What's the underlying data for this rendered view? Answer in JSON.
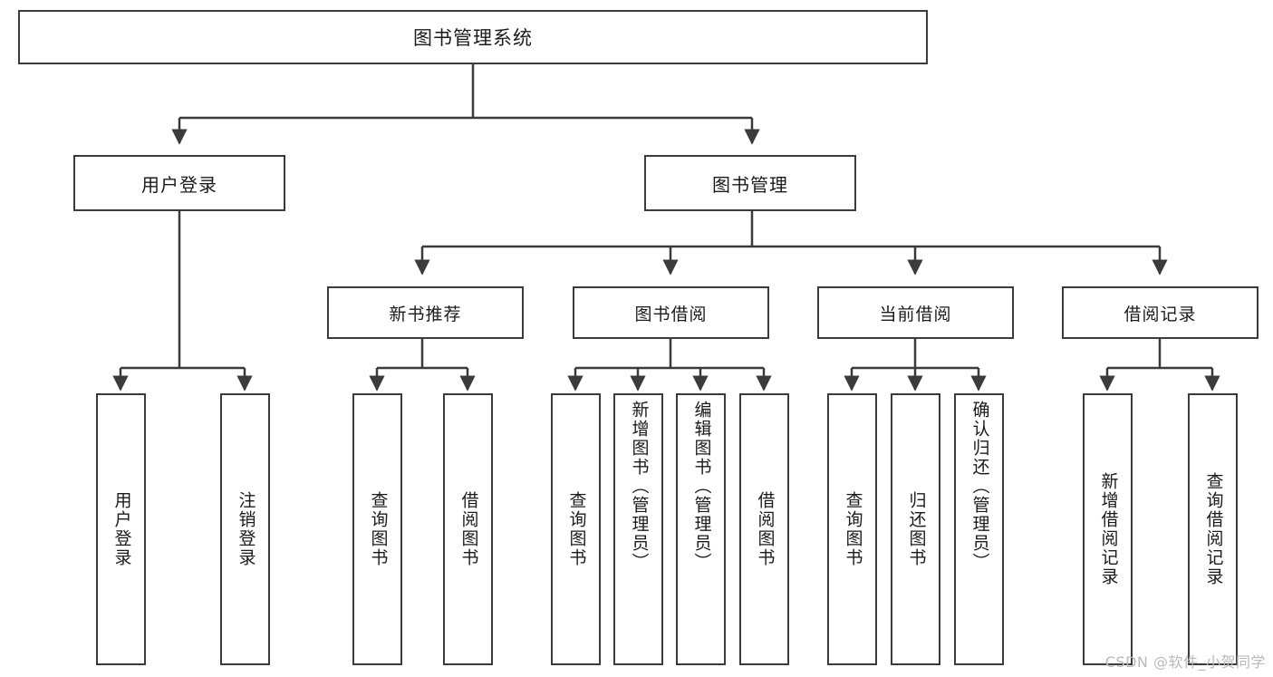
{
  "diagram": {
    "title": "图书管理系统",
    "watermark": "CSDN @软件_小贺同学",
    "colors": {
      "stroke": "#3b3b3b",
      "fill": "#ffffff",
      "text": "#1b1b1b",
      "watermark": "#b9b9b9"
    },
    "root": {
      "label": "图书管理系统"
    },
    "level2": [
      {
        "label": "用户登录"
      },
      {
        "label": "图书管理"
      }
    ],
    "level3": [
      {
        "label": "新书推荐"
      },
      {
        "label": "图书借阅"
      },
      {
        "label": "当前借阅"
      },
      {
        "label": "借阅记录"
      }
    ],
    "leaves": {
      "user_login": [
        {
          "label": "用户登录"
        },
        {
          "label": "注销登录"
        }
      ],
      "new_book_recommend": [
        {
          "label": "查询图书"
        },
        {
          "label": "借阅图书"
        }
      ],
      "book_borrow": [
        {
          "label": "查询图书"
        },
        {
          "label": "新增图书（管理员）"
        },
        {
          "label": "编辑图书（管理员）"
        },
        {
          "label": "借阅图书"
        }
      ],
      "current_borrow": [
        {
          "label": "查询图书"
        },
        {
          "label": "归还图书"
        },
        {
          "label": "确认归还（管理员）"
        }
      ],
      "borrow_record": [
        {
          "label": "新增借阅记录"
        },
        {
          "label": "查询借阅记录"
        }
      ]
    }
  }
}
